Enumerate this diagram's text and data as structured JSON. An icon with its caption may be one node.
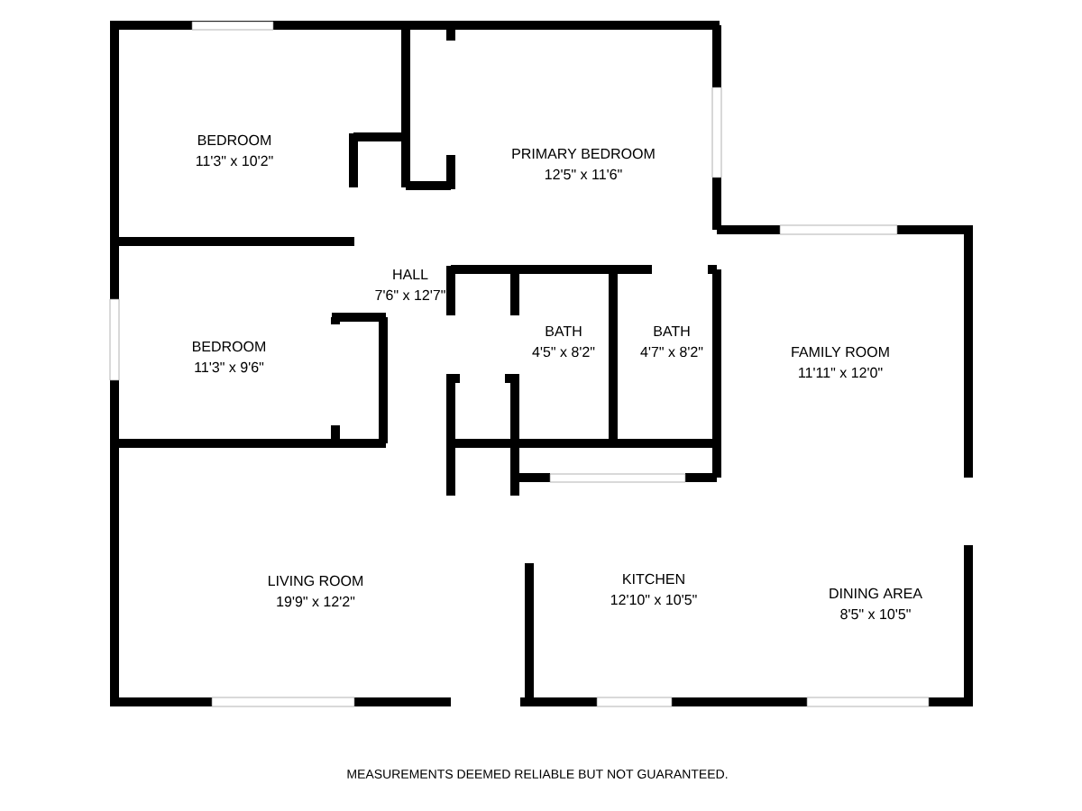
{
  "diagram": {
    "nodes": [
      {
        "text": [
          "BEDROOM",
          "11'3\" x 10'2\""
        ]
      },
      {
        "text": [
          "PRIMARY BEDROOM",
          "12'5\" x 11'6\""
        ]
      },
      {
        "text": [
          "HALL",
          "7'6\" x 12'7\""
        ]
      },
      {
        "text": [
          "BEDROOM",
          "11'3\" x 9'6\""
        ]
      },
      {
        "text": [
          "BATH",
          "4'5\" x 8'2\""
        ]
      },
      {
        "text": [
          "BATH",
          "4'7\" x 8'2\""
        ]
      },
      {
        "text": [
          "FAMILY ROOM",
          "11'11\" x 12'0\""
        ]
      },
      {
        "text": [
          "LIVING ROOM",
          "19'9\" x 12'2\""
        ]
      },
      {
        "text": [
          "KITCHEN",
          "12'10\" x 10'5\""
        ]
      },
      {
        "text": [
          "DINING AREA",
          "8'5\" x 10'5\""
        ]
      }
    ],
    "labels": [
      "MEASUREMENTS DEEMED RELIABLE BUT NOT GUARANTEED."
    ]
  }
}
